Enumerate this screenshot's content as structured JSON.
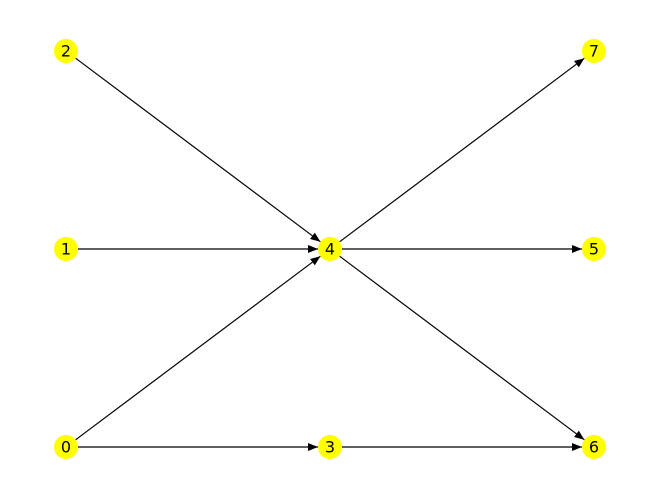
{
  "graph": {
    "directed": true,
    "node_color": "#ffff00",
    "edge_color": "#000000",
    "label_color": "#000000",
    "nodes": [
      {
        "id": "0",
        "label": "0"
      },
      {
        "id": "1",
        "label": "1"
      },
      {
        "id": "2",
        "label": "2"
      },
      {
        "id": "3",
        "label": "3"
      },
      {
        "id": "4",
        "label": "4"
      },
      {
        "id": "5",
        "label": "5"
      },
      {
        "id": "6",
        "label": "6"
      },
      {
        "id": "7",
        "label": "7"
      }
    ],
    "edges": [
      {
        "from": "2",
        "to": "4"
      },
      {
        "from": "1",
        "to": "4"
      },
      {
        "from": "0",
        "to": "4"
      },
      {
        "from": "0",
        "to": "3"
      },
      {
        "from": "4",
        "to": "7"
      },
      {
        "from": "4",
        "to": "5"
      },
      {
        "from": "4",
        "to": "6"
      },
      {
        "from": "3",
        "to": "6"
      }
    ]
  }
}
